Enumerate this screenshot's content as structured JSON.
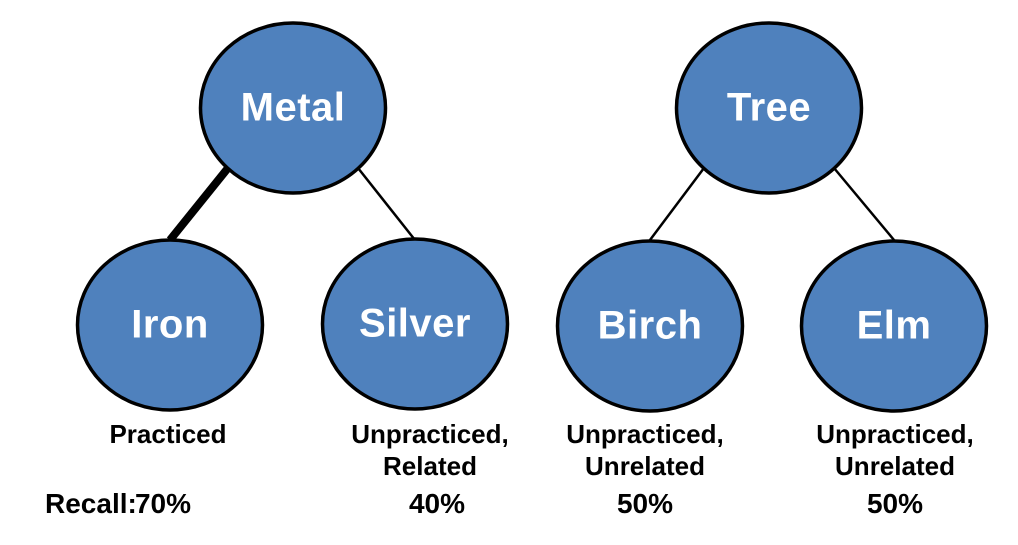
{
  "diagram": {
    "node_fill_color": "#4f81bd",
    "node_border_color": "#000000",
    "node_text_color": "#ffffff",
    "edge_color": "#000000",
    "recall_label": "Recall:",
    "trees": [
      {
        "root": "Metal",
        "children": [
          {
            "name": "Iron",
            "edge_weight": "thick",
            "condition": "Practiced",
            "recall": "70%"
          },
          {
            "name": "Silver",
            "edge_weight": "thin",
            "condition": "Unpracticed,\nRelated",
            "recall": "40%"
          }
        ]
      },
      {
        "root": "Tree",
        "children": [
          {
            "name": "Birch",
            "edge_weight": "thin",
            "condition": "Unpracticed,\nUnrelated",
            "recall": "50%"
          },
          {
            "name": "Elm",
            "edge_weight": "thin",
            "condition": "Unpracticed,\nUnrelated",
            "recall": "50%"
          }
        ]
      }
    ]
  }
}
